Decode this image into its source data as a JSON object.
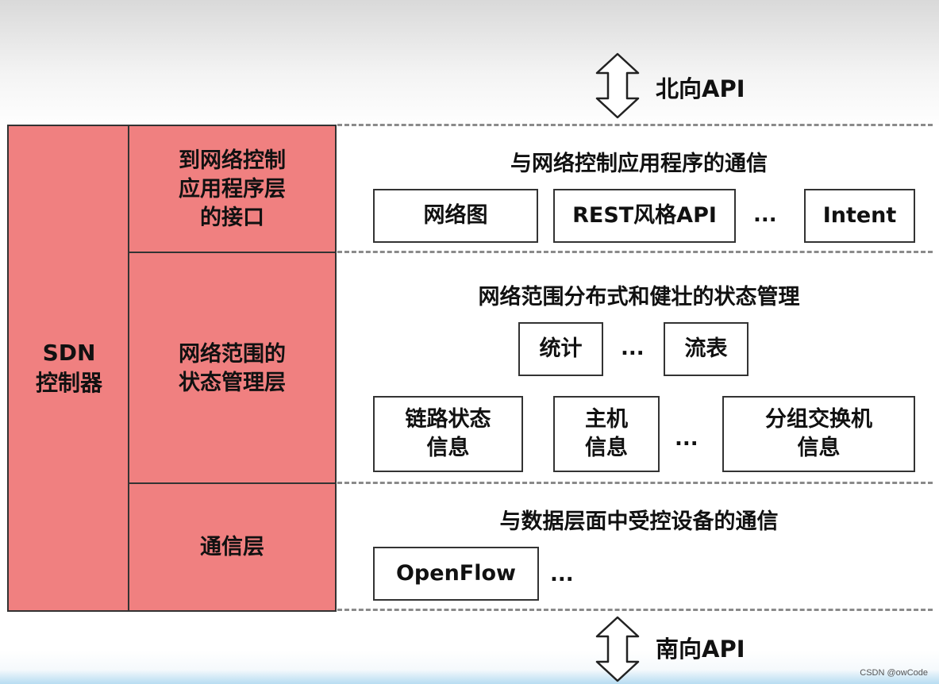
{
  "north_api": {
    "label": "北向API"
  },
  "south_api": {
    "label": "南向API"
  },
  "controller": {
    "label": "SDN\n控制器"
  },
  "layers": {
    "interface": "到网络控制\n应用程序层\n的接口",
    "state": "网络范围的\n状态管理层",
    "comm": "通信层"
  },
  "sections": {
    "app_comm": {
      "title": "与网络控制应用程序的通信",
      "items": [
        "网络图",
        "REST风格API",
        "Intent"
      ],
      "ellipsis": "..."
    },
    "state_mgmt": {
      "title": "网络范围分布式和健壮的状态管理",
      "row1": [
        "统计",
        "流表"
      ],
      "row1_ellipsis": "...",
      "row2": [
        "链路状态\n信息",
        "主机\n信息",
        "分组交换机\n信息"
      ],
      "row2_ellipsis": "..."
    },
    "device_comm": {
      "title": "与数据层面中受控设备的通信",
      "items": [
        "OpenFlow"
      ],
      "ellipsis": "..."
    }
  },
  "watermark": "CSDN @owCode"
}
